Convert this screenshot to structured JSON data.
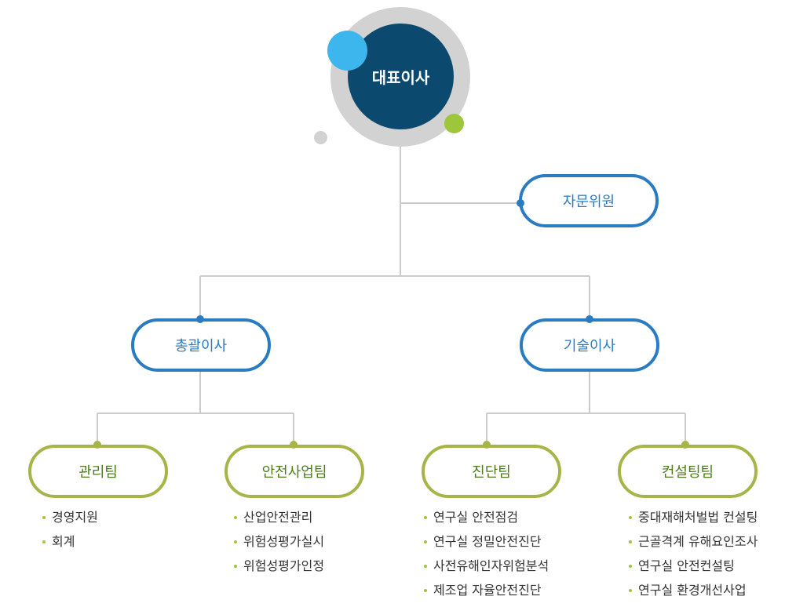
{
  "ceo": {
    "label": "대표이사"
  },
  "advisor": {
    "label": "자문위원"
  },
  "directors": [
    {
      "label": "총괄이사"
    },
    {
      "label": "기술이사"
    }
  ],
  "teams": [
    {
      "label": "관리팀",
      "duties": [
        "경영지원",
        "회계"
      ]
    },
    {
      "label": "안전사업팀",
      "duties": [
        "산업안전관리",
        "위험성평가실시",
        "위험성평가인정"
      ]
    },
    {
      "label": "진단팀",
      "duties": [
        "연구실 안전점검",
        "연구실 정밀안전진단",
        "사전유해인자위험분석",
        "제조업 자율안전진단"
      ]
    },
    {
      "label": "컨설팅팀",
      "duties": [
        "중대재해처벌법 컨설팅",
        "근골격계 유해요인조사",
        "연구실 안전컨설팅",
        "연구실 환경개선사업"
      ]
    }
  ],
  "colors": {
    "ceo": "#0b4a6e",
    "blue": "#2a7bc0",
    "green": "#a7b447",
    "line": "#cccccc"
  }
}
